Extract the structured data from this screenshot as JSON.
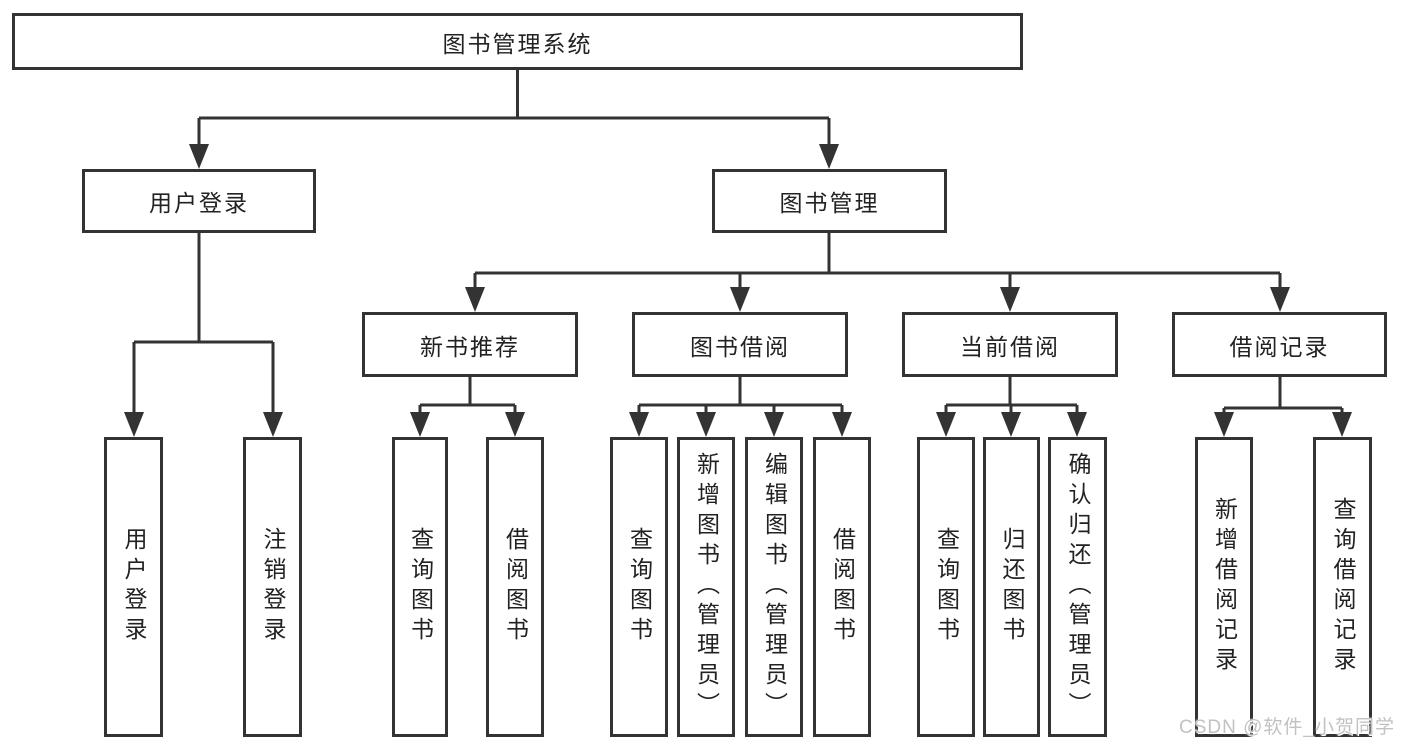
{
  "diagram": {
    "root": {
      "label": "图书管理系统"
    },
    "branches": [
      {
        "label": "用户登录",
        "children": [
          {
            "label": "用户登录"
          },
          {
            "label": "注销登录"
          }
        ]
      },
      {
        "label": "图书管理",
        "children": [
          {
            "label": "新书推荐",
            "children": [
              {
                "label": "查询图书"
              },
              {
                "label": "借阅图书"
              }
            ]
          },
          {
            "label": "图书借阅",
            "children": [
              {
                "label": "查询图书"
              },
              {
                "label": "新增图书（管理员）"
              },
              {
                "label": "编辑图书（管理员）"
              },
              {
                "label": "借阅图书"
              }
            ]
          },
          {
            "label": "当前借阅",
            "children": [
              {
                "label": "查询图书"
              },
              {
                "label": "归还图书"
              },
              {
                "label": "确认归还（管理员）"
              }
            ]
          },
          {
            "label": "借阅记录",
            "children": [
              {
                "label": "新增借阅记录"
              },
              {
                "label": "查询借阅记录"
              }
            ]
          }
        ]
      }
    ]
  },
  "watermark": {
    "text": "CSDN @软件_小贺同学"
  },
  "colors": {
    "line": "#333333",
    "text": "#222222",
    "background": "#ffffff",
    "watermark": "#c2c2c2"
  }
}
